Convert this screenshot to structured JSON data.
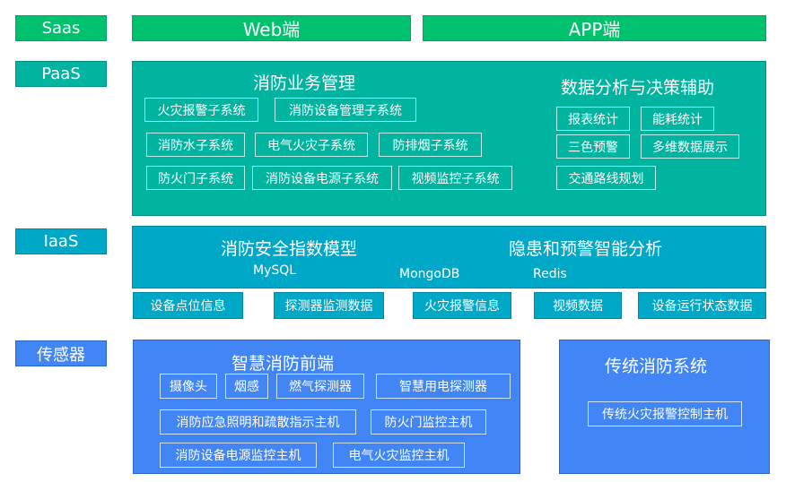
{
  "layers": {
    "saas": "Saas",
    "paas": "PaaS",
    "iaas": "IaaS",
    "sensor": "传感器"
  },
  "saas": {
    "web": "Web端",
    "app": "APP端"
  },
  "paas": {
    "fire_title": "消防业务管理",
    "fire_systems": [
      "火灾报警子系统",
      "消防设备管理子系统",
      "消防水子系统",
      "电气火灾子系统",
      "防排烟子系统",
      "防火门子系统",
      "消防设备电源子系统",
      "视频监控子系统"
    ],
    "analysis_title": "数据分析与决策辅助",
    "analysis_items": [
      "报表统计",
      "能耗统计",
      "三色预警",
      "多维数据展示",
      "交通路线规划"
    ]
  },
  "iaas": {
    "index_model": "消防安全指数模型",
    "hazard_analysis": "隐患和预警智能分析",
    "dbs": [
      "MySQL",
      "MongoDB",
      "Redis"
    ],
    "data_boxes": [
      "设备点位信息",
      "探测器监测数据",
      "火灾报警信息",
      "视频数据",
      "设备运行状态数据"
    ]
  },
  "sensor": {
    "smart_title": "智慧消防前端",
    "smart_items": [
      "摄像头",
      "烟感",
      "燃气探测器",
      "智慧用电探测器",
      "消防应急照明和疏散指示主机",
      "防火门监控主机",
      "消防设备电源监控主机",
      "电气火灾监控主机"
    ],
    "traditional_title": "传统消防系统",
    "traditional_item": "传统火灾报警控制主机"
  }
}
